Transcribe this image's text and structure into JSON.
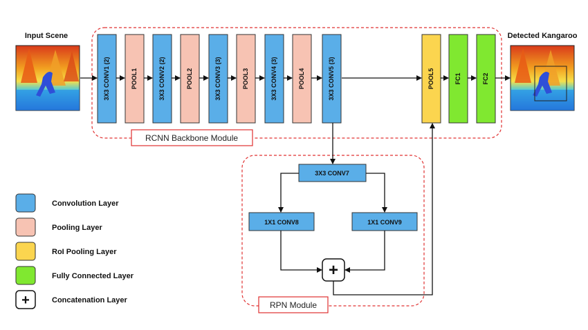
{
  "colors": {
    "convolution": "#5aaee8",
    "pooling": "#f7c3b3",
    "roi_pooling": "#fbd54f",
    "fully_connected": "#80e830",
    "module_border": "#e03030",
    "arrow": "#111111"
  },
  "scenes": {
    "input_label": "Input Scene",
    "output_label": "Detected Kangaroo"
  },
  "backbone": {
    "module_label": "RCNN Backbone Module",
    "layers": [
      {
        "id": "conv1",
        "label": "3X3  CONV1 (2)",
        "kind": "convolution"
      },
      {
        "id": "pool1",
        "label": "POOL1",
        "kind": "pooling"
      },
      {
        "id": "conv2",
        "label": "3X3  CONV2 (2)",
        "kind": "convolution"
      },
      {
        "id": "pool2",
        "label": "POOL2",
        "kind": "pooling"
      },
      {
        "id": "conv3",
        "label": "3X3  CONV3 (3)",
        "kind": "convolution"
      },
      {
        "id": "pool3",
        "label": "POOL3",
        "kind": "pooling"
      },
      {
        "id": "conv4",
        "label": "3X3  CONV4 (3)",
        "kind": "convolution"
      },
      {
        "id": "pool4",
        "label": "POOL4",
        "kind": "pooling"
      },
      {
        "id": "conv5",
        "label": "3X3  CONV5 (3)",
        "kind": "convolution"
      },
      {
        "id": "pool5",
        "label": "POOL5",
        "kind": "roi_pooling"
      },
      {
        "id": "fc1",
        "label": "FC1",
        "kind": "fully_connected"
      },
      {
        "id": "fc2",
        "label": "FC2",
        "kind": "fully_connected"
      }
    ]
  },
  "rpn": {
    "module_label": "RPN Module",
    "conv7": "3X3  CONV7",
    "conv8": "1X1  CONV8",
    "conv9": "1X1  CONV9",
    "concat_symbol": "+"
  },
  "legend": [
    {
      "kind": "convolution",
      "label": "Convolution Layer"
    },
    {
      "kind": "pooling",
      "label": "Pooling Layer"
    },
    {
      "kind": "roi_pooling",
      "label": "RoI Pooling Layer"
    },
    {
      "kind": "fully_connected",
      "label": "Fully Connected Layer"
    },
    {
      "kind": "concat",
      "label": "Concatenation Layer",
      "symbol": "+"
    }
  ]
}
